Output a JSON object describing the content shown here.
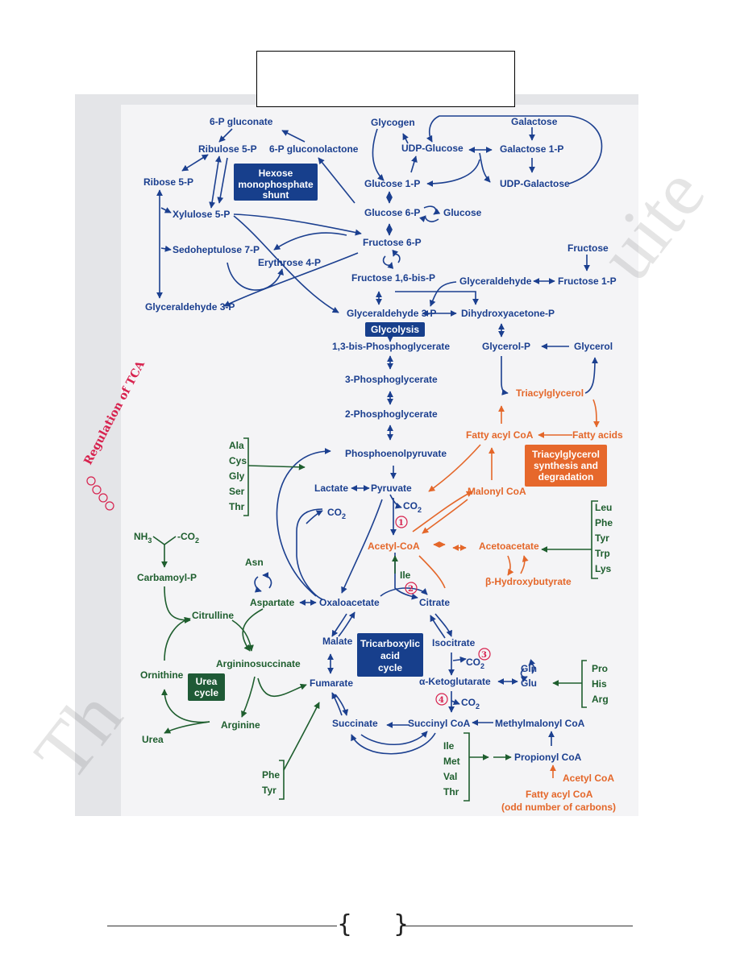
{
  "header": {
    "title_box_text": ""
  },
  "colors": {
    "blue": "#1b3f8f",
    "green": "#1e5e2e",
    "orange": "#e4672a",
    "handwriting": "#d7224e",
    "box_blue": "#173f8c",
    "box_orange": "#e6682c",
    "box_green": "#1f5a36"
  },
  "watermark": {
    "left_text": "Th",
    "right_text": "uite"
  },
  "boxes": {
    "hms": "Hexose monophosphate shunt",
    "glycolysis": "Glycolysis",
    "tag_synth": "Triacylglycerol synthesis and degradation",
    "tca": "Tricarboxylic acid cycle",
    "urea": "Urea cycle"
  },
  "nodes": {
    "p6gluconate": "6-P gluconate",
    "ribulose5p": "Ribulose 5-P",
    "p6gluconolactone": "6-P gluconolactone",
    "ribose5p": "Ribose 5-P",
    "xylulose5p": "Xylulose 5-P",
    "sedoheptulose7p": "Sedoheptulose 7-P",
    "erythrose4p": "Erythrose 4-P",
    "glyceraldehyde3p_left": "Glyceraldehyde 3-P",
    "glycogen": "Glycogen",
    "udp_glucose": "UDP-Glucose",
    "galactose": "Galactose",
    "galactose1p": "Galactose 1-P",
    "udp_galactose": "UDP-Galactose",
    "glucose1p": "Glucose 1-P",
    "glucose6p": "Glucose 6-P",
    "glucose": "Glucose",
    "fructose6p": "Fructose 6-P",
    "fructose16bisp": "Fructose 1,6-bis-P",
    "fructose": "Fructose",
    "glyceraldehyde": "Glyceraldehyde",
    "fructose1p": "Fructose 1-P",
    "glyceraldehyde3p": "Glyceraldehyde 3-P",
    "dhap": "Dihydroxyacetone-P",
    "glycerolp": "Glycerol-P",
    "glycerol": "Glycerol",
    "bpg13": "1,3-bis-Phosphoglycerate",
    "pg3": "3-Phosphoglycerate",
    "pg2": "2-Phosphoglycerate",
    "triacylglycerol": "Triacylglycerol",
    "fatty_acyl_coa": "Fatty acyl CoA",
    "fatty_acids": "Fatty acids",
    "pep": "Phosphoenolpyruvate",
    "lactate": "Lactate",
    "pyruvate": "Pyruvate",
    "malonyl_coa": "Malonyl CoA",
    "co2_a": "CO",
    "co2_b": "CO",
    "acetyl_coa": "Acetyl-CoA",
    "acetoacetate": "Acetoacetate",
    "b_hydroxybutyrate": "β-Hydroxybutyrate",
    "ile_a": "Ile",
    "nh3": "NH",
    "co2_urea": "-CO",
    "carbamoyl_p": "Carbamoyl-P",
    "asn": "Asn",
    "aspartate": "Aspartate",
    "oxaloacetate": "Oxaloacetate",
    "citrate": "Citrate",
    "citrulline": "Citrulline",
    "argininosuccinate": "Argininosuccinate",
    "malate": "Malate",
    "isocitrate": "Isocitrate",
    "co2_c": "CO",
    "ornithine": "Ornithine",
    "fumarate": "Fumarate",
    "a_ketoglutarate": "α-Ketoglutarate",
    "gln": "Gln",
    "glu": "Glu",
    "co2_d": "CO",
    "urea": "Urea",
    "arginine": "Arginine",
    "succinate": "Succinate",
    "succinyl_coa": "Succinyl CoA",
    "methylmalonyl_coa": "Methylmalonyl CoA",
    "propionyl_coa": "Propionyl CoA",
    "acetyl_coa_b": "Acetyl CoA",
    "fatty_acyl_coa_b": "Fatty acyl CoA",
    "odd_carbons": "(odd number of carbons)"
  },
  "subscripts": {
    "two": "2",
    "three": "3"
  },
  "amino_groups": {
    "glycolytic": [
      "Ala",
      "Cys",
      "Gly",
      "Ser",
      "Thr"
    ],
    "ketogenic": [
      "Leu",
      "Phe",
      "Tyr",
      "Trp",
      "Lys"
    ],
    "glutamate_family": [
      "Pro",
      "His",
      "Arg"
    ],
    "propionyl_family": [
      "Ile",
      "Met",
      "Val",
      "Thr"
    ],
    "fumarate_family": [
      "Phe",
      "Tyr"
    ]
  },
  "annotations": {
    "regulation_note": "Regulation of TCA",
    "step1": "1",
    "step2": "2",
    "step3": "3",
    "step4": "4"
  }
}
